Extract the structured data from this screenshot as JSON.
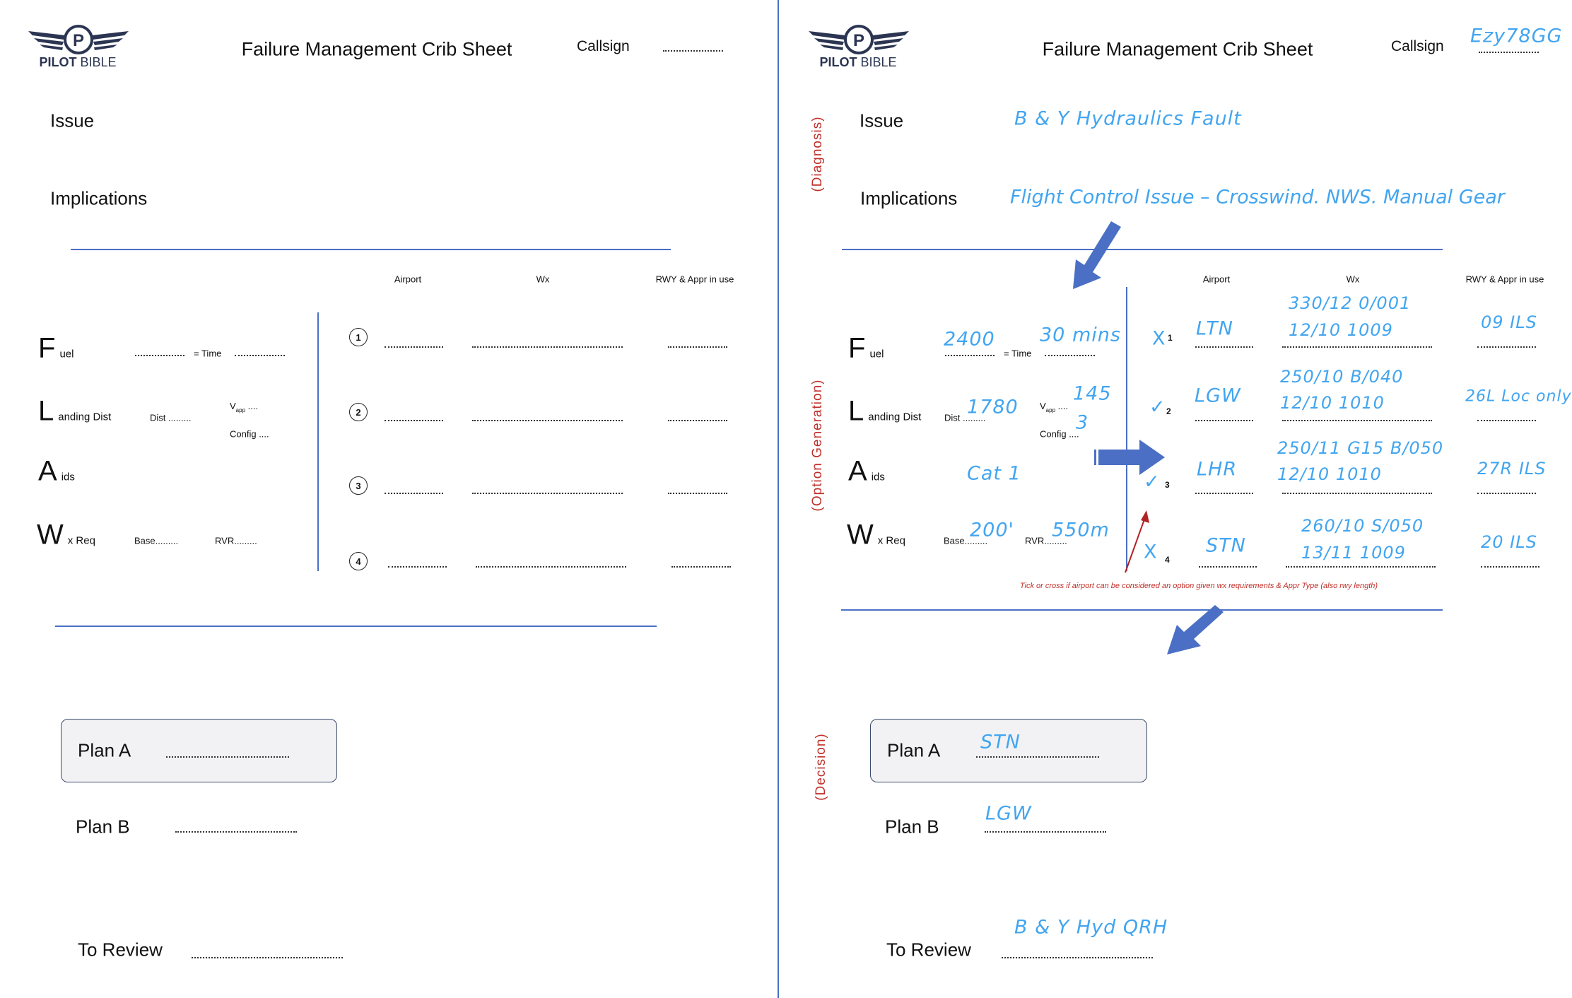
{
  "logo": {
    "brand_bold": "PILOT",
    "brand_light": "BIBLE"
  },
  "header": {
    "title": "Failure Management Crib Sheet",
    "callsign_label": "Callsign"
  },
  "labels": {
    "issue": "Issue",
    "implications": "Implications",
    "airport": "Airport",
    "wx": "Wx",
    "rwy": "RWY & Appr in use",
    "fuel_letter": "F",
    "fuel_rest": "uel",
    "time": "= Time",
    "landing_letter": "L",
    "landing_rest": "anding Dist",
    "dist": "Dist .........",
    "vapp_v": "V",
    "vapp_sub": "app",
    "vapp_dots": " ....",
    "config": "Config ....",
    "aids_letter": "A",
    "aids_rest": "ids",
    "wx_letter": "W",
    "wx_rest": "x Req",
    "base": "Base.........",
    "rvr": "RVR.........",
    "plan_a": "Plan A",
    "plan_b": "Plan B",
    "to_review": "To Review"
  },
  "options": [
    "1",
    "2",
    "3",
    "4"
  ],
  "phases": {
    "diagnosis": "(Diagnosis)",
    "option_generation": "(Option Generation)",
    "decision": "(Decision)"
  },
  "completed": {
    "callsign": "Ezy78GG",
    "issue": "B & Y Hydraulics Fault",
    "implications": "Flight Control Issue – Crosswind.  NWS.  Manual Gear",
    "fuel": "2400",
    "time": "30 mins",
    "landing_dist": "1780",
    "vapp": "145",
    "config": "3",
    "aids": "Cat 1",
    "base": "200'",
    "rvr": "550m",
    "airports": [
      {
        "mark": "X",
        "num": "1",
        "code": "LTN",
        "wx1": "330/12  0/001",
        "wx2": "12/10 1009",
        "rwy": "09 ILS"
      },
      {
        "mark": "✓",
        "num": "2",
        "code": "LGW",
        "wx1": "250/10  B/040",
        "wx2": "12/10 1010",
        "rwy": "26L Loc only"
      },
      {
        "mark": "✓",
        "num": "3",
        "code": "LHR",
        "wx1": "250/11 G15  B/050",
        "wx2": "12/10 1010",
        "rwy": "27R ILS"
      },
      {
        "mark": "X",
        "num": "4",
        "code": "STN",
        "wx1": "260/10  S/050",
        "wx2": "13/11 1009",
        "rwy": "20 ILS"
      }
    ],
    "note": "Tick or cross if airport can be considered an option given wx requirements & Appr Type (also rwy length)",
    "plan_a": "STN",
    "plan_b": "LGW",
    "to_review": "B & Y Hyd QRH"
  },
  "colors": {
    "handwriting": "#42a5f0",
    "annotation": "#c0302a",
    "rule": "#4a6fc4"
  }
}
